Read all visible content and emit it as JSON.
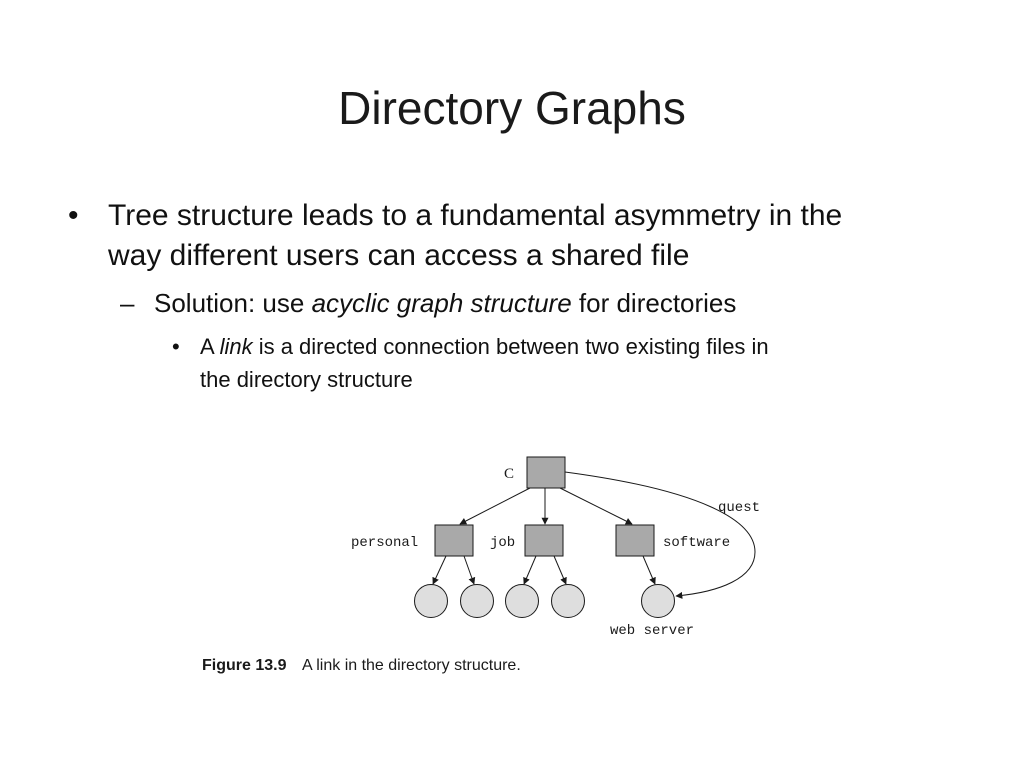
{
  "slide": {
    "title": "Directory Graphs"
  },
  "bullets": {
    "level1": {
      "marker": "•",
      "line1": "Tree structure leads to a fundamental asymmetry in the",
      "line2": "way different users can access a shared file"
    },
    "level2": {
      "marker": "–",
      "before": "Solution: use ",
      "emphasis": "acyclic graph structure",
      "after": " for directories"
    },
    "level3": {
      "marker": "•",
      "before": "A ",
      "emphasis": "link",
      "line1_after": " is a directed connection between two existing files in",
      "line2": "the directory structure"
    }
  },
  "figure": {
    "nodes": {
      "root": "C",
      "personal": "personal",
      "job": "job",
      "software": "software",
      "web_server": "web server"
    },
    "link_label": "quest",
    "caption_number": "Figure 13.9",
    "caption_text": "A link in the directory structure."
  }
}
